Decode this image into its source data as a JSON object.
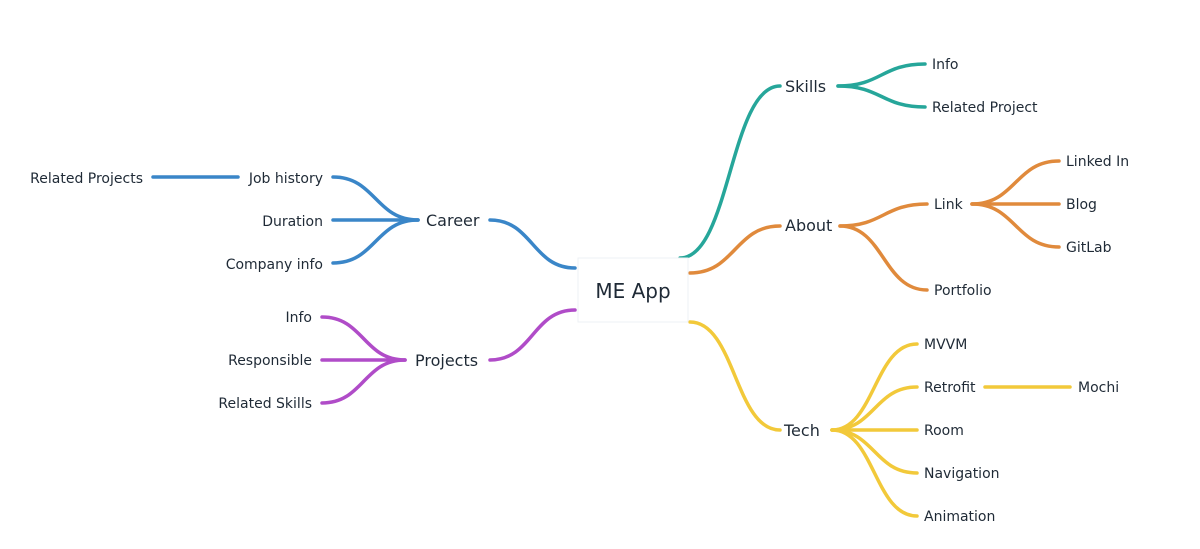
{
  "root": {
    "label": "ME App"
  },
  "colors": {
    "skills": "#26a69a",
    "about": "#e08a3c",
    "tech": "#f2c93a",
    "career": "#3a86c8",
    "projects": "#b04cc8"
  },
  "skills": {
    "label": "Skills",
    "children": [
      "Info",
      "Related Project"
    ]
  },
  "about": {
    "label": "About",
    "link": {
      "label": "Link",
      "children": [
        "Linked In",
        "Blog",
        "GitLab"
      ]
    },
    "portfolio": "Portfolio"
  },
  "tech": {
    "label": "Tech",
    "children": [
      "MVVM",
      "Retrofit",
      "Room",
      "Navigation",
      "Animation"
    ],
    "retrofit_child": "Mochi"
  },
  "career": {
    "label": "Career",
    "children": [
      "Job history",
      "Duration",
      "Company info"
    ],
    "job_history_child": "Related Projects"
  },
  "projects": {
    "label": "Projects",
    "children": [
      "Info",
      "Responsible",
      "Related Skills"
    ]
  }
}
